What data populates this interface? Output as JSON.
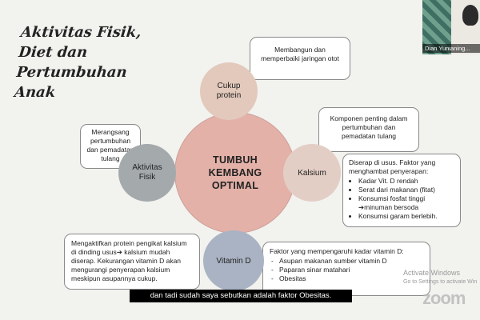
{
  "slide": {
    "title_lines": [
      "Aktivitas Fisik,",
      "Diet dan",
      "Pertumbuhan",
      "Anak"
    ],
    "center": [
      "TUMBUH",
      "KEMBANG",
      "OPTIMAL"
    ],
    "protein": {
      "circle": [
        "Cukup",
        "protein"
      ],
      "box": "Membangun dan memperbaiki jaringan otot"
    },
    "kalsium": {
      "circle": "Kalsium",
      "box": "Komponen penting dalam pertumbuhan dan pemadatan tulang",
      "absorb_intro": "Diserap di usus. Faktor yang menghambat penyerapan:",
      "absorb_items": [
        "Kadar Vit. D rendah",
        "Serat dari makanan (fitat)",
        "Konsumsi fosfat tinggi ➔minuman bersoda",
        "Konsumsi garam berlebih."
      ]
    },
    "fisik": {
      "circle": [
        "Aktivitas",
        "Fisik"
      ],
      "box": "Merangsang pertumbuhan dan pemadatan tulang"
    },
    "vitd": {
      "circle": "Vitamin D",
      "box_intro": "Faktor yang mempengaruhi kadar vitamin D:",
      "box_items": [
        "Asupan makanan sumber vitamin D",
        "Paparan sinar matahari",
        "Obesitas"
      ],
      "left_box": "Mengaktifkan protein pengikat kalsium di dinding usus➔ kalsium mudah diserap. Kekurangan vitamin D akan mengurangi penyerapan kalsium meskipun asupannya cukup."
    }
  },
  "video": {
    "participant_name": "Dian Yunianing..."
  },
  "watermark": {
    "line1": "Activate Windows",
    "line2": "Go to Settings to activate Win",
    "zoom": "zoom"
  },
  "caption": "dan tadi sudah saya sebutkan adalah faktor Obesitas."
}
